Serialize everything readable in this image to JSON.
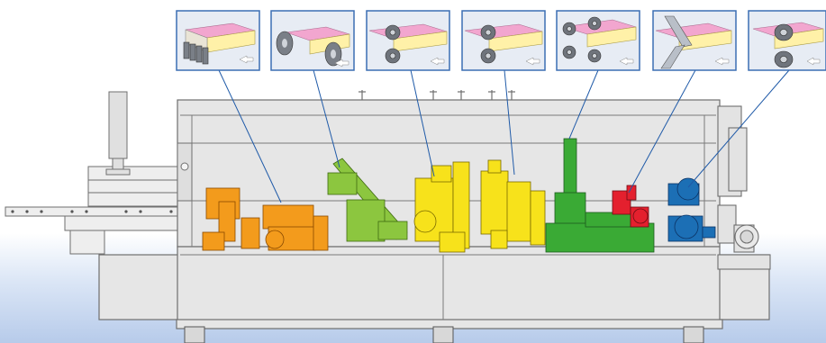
{
  "diagram": {
    "palette": {
      "background_top": "#ffffff",
      "background_bottom": "#b7cbea",
      "machine_body": "#e6e6e6",
      "machine_outline": "#6f6f6f",
      "panel_border": "#3c6eb4",
      "panel_fill": "#e7ecf4",
      "leader_line": "#1f5aa8",
      "workpiece_top": "#f2a6cf",
      "workpiece_edge": "#fff1a8",
      "arrow": "#ffffff"
    },
    "stations": [
      {
        "name": "gluing-unit",
        "color": "#f39b1c",
        "icon": "glue-roller-icon"
      },
      {
        "name": "end-trimming",
        "color": "#8cc63f",
        "icon": "end-trim-saw-icon"
      },
      {
        "name": "rough-trimming",
        "color": "#f7e21b",
        "icon": "rough-trim-cutter-icon"
      },
      {
        "name": "fine-trimming",
        "color": "#f7e21b",
        "icon": "fine-trim-cutter-icon"
      },
      {
        "name": "corner-rounding",
        "color": "#3aaa35",
        "icon": "corner-rounding-icon"
      },
      {
        "name": "scraping",
        "color": "#e4202e",
        "icon": "scraper-blade-icon"
      },
      {
        "name": "buffing",
        "color": "#1c6fb5",
        "icon": "buffing-wheel-icon"
      }
    ]
  }
}
